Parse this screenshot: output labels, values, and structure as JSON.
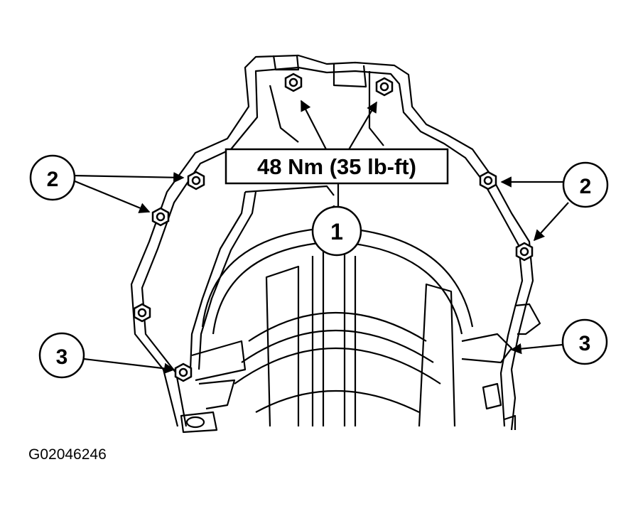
{
  "torque_label": "48 Nm (35 lb-ft)",
  "callouts": {
    "c1": "1",
    "c2_left": "2",
    "c2_right": "2",
    "c3_left": "3",
    "c3_right": "3"
  },
  "figure_id": "G02046246"
}
